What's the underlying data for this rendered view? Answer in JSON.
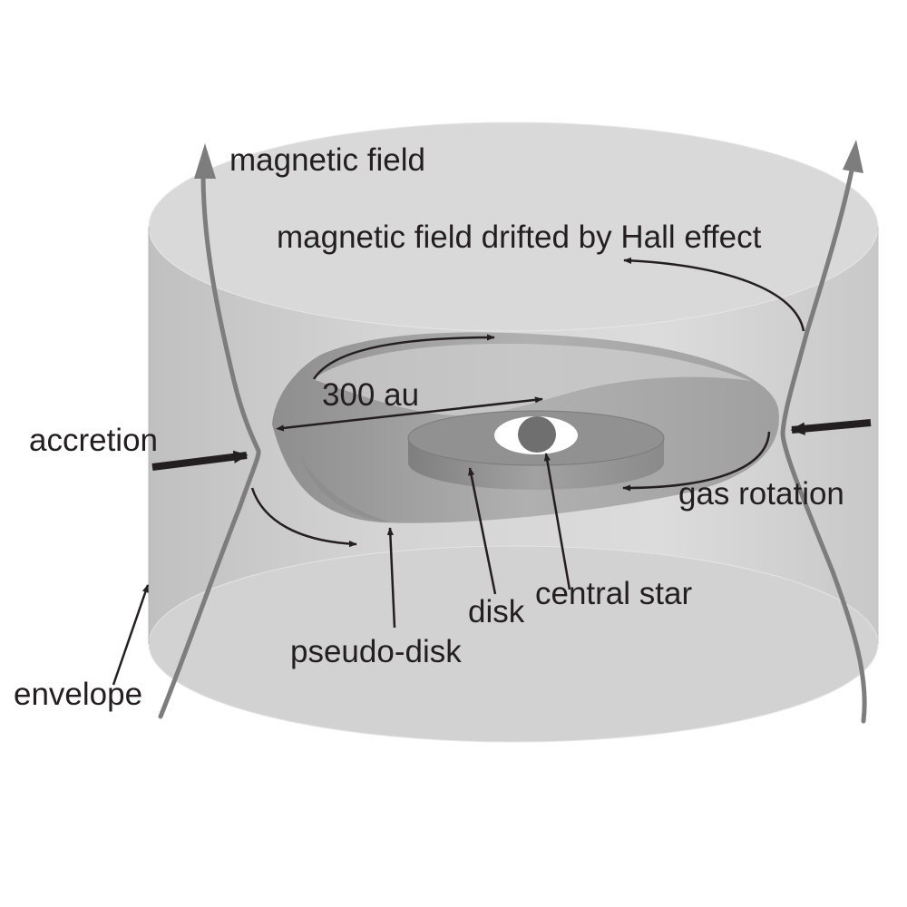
{
  "labels": {
    "magnetic_field": "magnetic field",
    "hall_drift": "magnetic field drifted by Hall effect",
    "scale": "300 au",
    "accretion": "accretion",
    "gas_rotation": "gas rotation",
    "central_star": "central star",
    "disk": "disk",
    "pseudo_disk": "pseudo-disk",
    "envelope": "envelope"
  },
  "colors": {
    "cylinder_top": "#d7d7d7",
    "cylinder_side": "#cacaca",
    "cylinder_bottom": "#d2d2d2",
    "pseudo_disk": "#a6a6a6",
    "disk": "#8f8f8f",
    "field_line": "#8a8a8a",
    "arrow": "#231f20"
  }
}
